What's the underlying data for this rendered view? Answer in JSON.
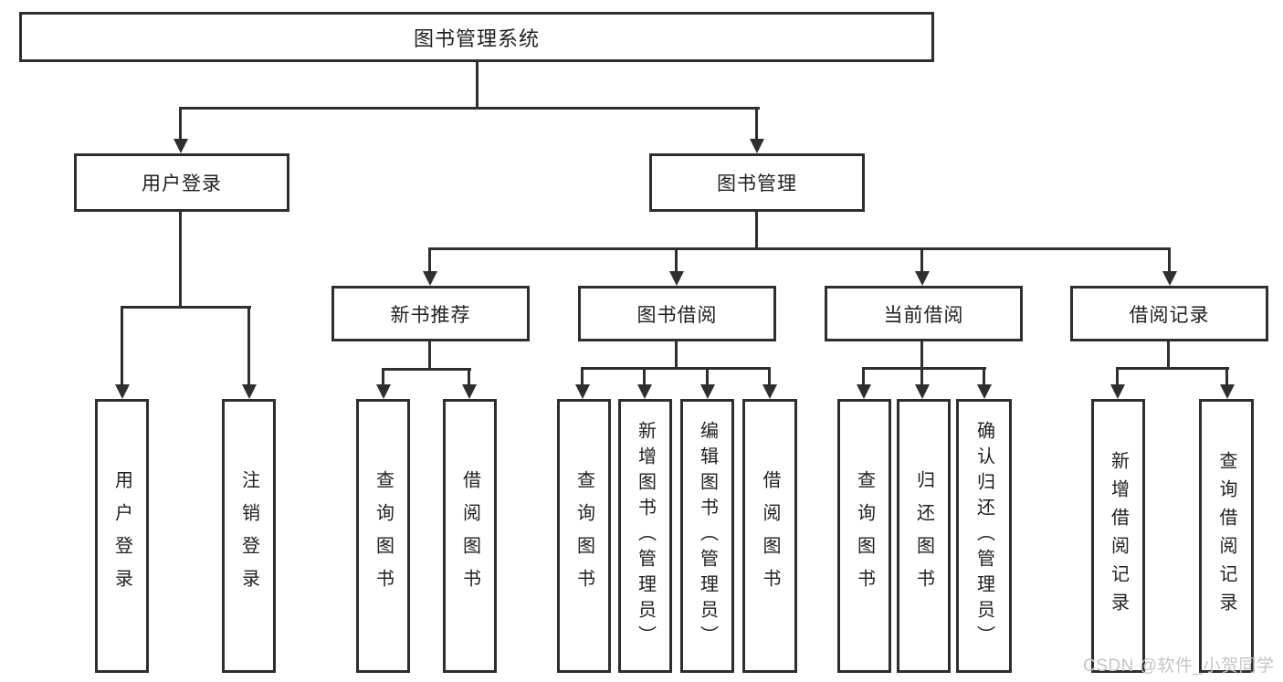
{
  "nodes": {
    "root": "图书管理系统",
    "user_login": "用户登录",
    "book_management": "图书管理",
    "sections": [
      {
        "label": "新书推荐"
      },
      {
        "label": "图书借阅"
      },
      {
        "label": "当前借阅"
      },
      {
        "label": "借阅记录"
      }
    ]
  },
  "leaves": [
    {
      "label": "用户登录"
    },
    {
      "label": "注销登录"
    },
    {
      "label": "查询图书"
    },
    {
      "label": "借阅图书"
    },
    {
      "label": "查询图书"
    },
    {
      "label": "新增图书（管理员）"
    },
    {
      "label": "编辑图书（管理员）"
    },
    {
      "label": "借阅图书"
    },
    {
      "label": "查询图书"
    },
    {
      "label": "归还图书"
    },
    {
      "label": "确认归还（管理员）"
    },
    {
      "label": "新增借阅记录"
    },
    {
      "label": "查询借阅记录"
    }
  ],
  "watermark": "CSDN @软件_小贺同学",
  "colors": {
    "line": "#2f2f2f",
    "box_border": "#2e2e2e",
    "text": "#1f1f1f",
    "watermark": "#c5c5c5",
    "background": "#ffffff"
  }
}
